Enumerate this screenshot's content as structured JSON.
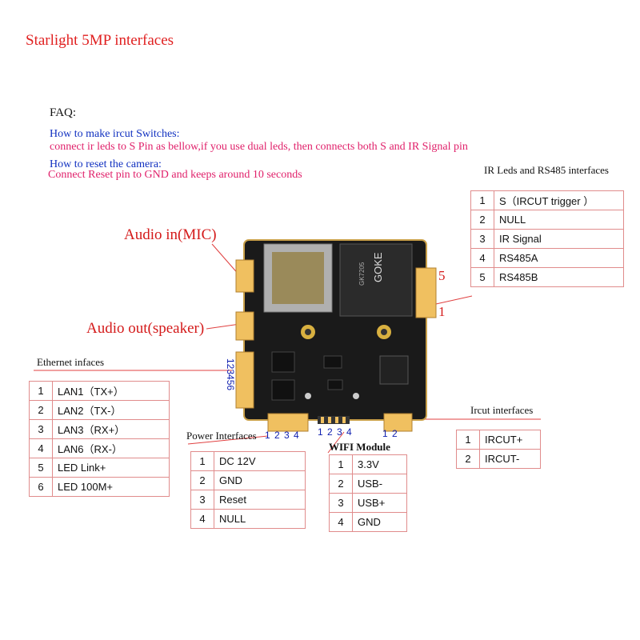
{
  "title": "Starlight 5MP interfaces",
  "faq": {
    "heading": "FAQ:",
    "q1": "How to make ircut Switches:",
    "a1": "connect ir leds to S Pin as bellow,if you use dual leds, then connects  both S and IR Signal pin",
    "q2": "How to reset the camera:",
    "a2": "Connect Reset pin to GND  and keeps around 10 seconds"
  },
  "labels": {
    "audio_in": "Audio in(MIC)",
    "audio_out": "Audio out(speaker)",
    "pin5": "5",
    "pin1": "1"
  },
  "board": {
    "chip_brand": "GOKE",
    "chip_text": "GK7205"
  },
  "pin_numbers": {
    "ethernet": "123456",
    "power": "1 2 3 4",
    "wifi": "1 2 3 4",
    "ircut": "1  2"
  },
  "ir_rs485": {
    "title": "IR Leds and RS485 interfaces",
    "rows": [
      {
        "n": "1",
        "label": "S（IRCUT  trigger    ）"
      },
      {
        "n": "2",
        "label": "NULL"
      },
      {
        "n": "3",
        "label": "IR Signal"
      },
      {
        "n": "4",
        "label": "RS485A"
      },
      {
        "n": "5",
        "label": "RS485B"
      }
    ]
  },
  "ethernet": {
    "title": "Ethernet infaces",
    "rows": [
      {
        "n": "1",
        "label": "LAN1（TX+）"
      },
      {
        "n": "2",
        "label": "LAN2（TX-）"
      },
      {
        "n": "3",
        "label": "LAN3（RX+）"
      },
      {
        "n": "4",
        "label": "LAN6（RX-）"
      },
      {
        "n": "5",
        "label": "LED Link+"
      },
      {
        "n": "6",
        "label": "LED 100M+"
      }
    ]
  },
  "power": {
    "title": "Power Interfaces",
    "rows": [
      {
        "n": "1",
        "label": "DC 12V"
      },
      {
        "n": "2",
        "label": "GND"
      },
      {
        "n": "3",
        "label": "Reset"
      },
      {
        "n": "4",
        "label": "NULL"
      }
    ]
  },
  "wifi": {
    "title": "WIFI Module",
    "rows": [
      {
        "n": "1",
        "label": "3.3V"
      },
      {
        "n": "2",
        "label": "USB-"
      },
      {
        "n": "3",
        "label": "USB+"
      },
      {
        "n": "4",
        "label": "GND"
      }
    ]
  },
  "ircut": {
    "title": "Ircut interfaces",
    "rows": [
      {
        "n": "1",
        "label": "IRCUT+"
      },
      {
        "n": "2",
        "label": "IRCUT-"
      }
    ]
  },
  "colors": {
    "title_red": "#e02020",
    "question_blue": "#1030c0",
    "answer_pink": "#e0206a",
    "pcb": "#1a1a1a",
    "connector": "#f0c060"
  }
}
